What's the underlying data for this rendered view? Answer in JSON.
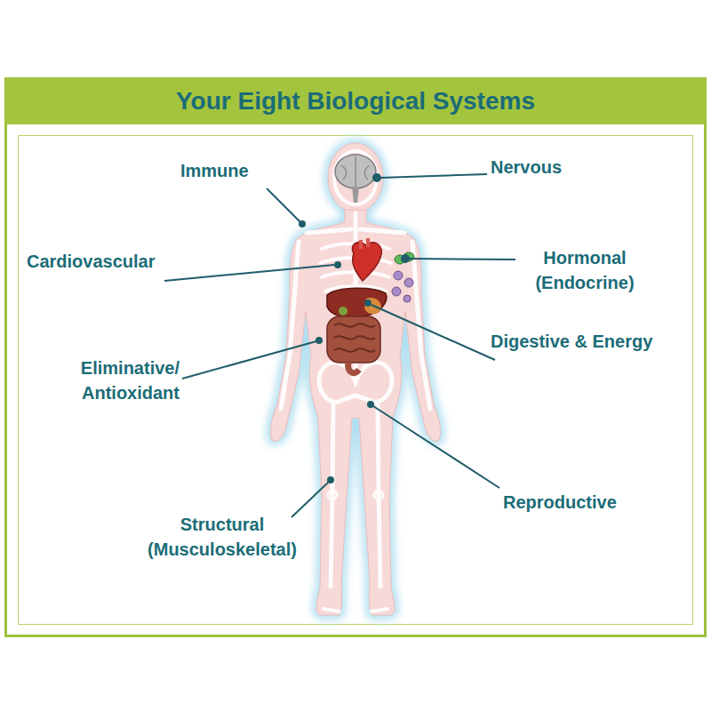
{
  "diagram": {
    "title": "Your Eight Biological Systems",
    "labels": [
      "Immune",
      "Nervous",
      "Cardiovascular",
      "Hormonal (Endocrine)",
      "Digestive & Energy",
      "Eliminative/ Antioxidant",
      "Reproductive",
      "Structural (Musculoskeletal)"
    ]
  }
}
